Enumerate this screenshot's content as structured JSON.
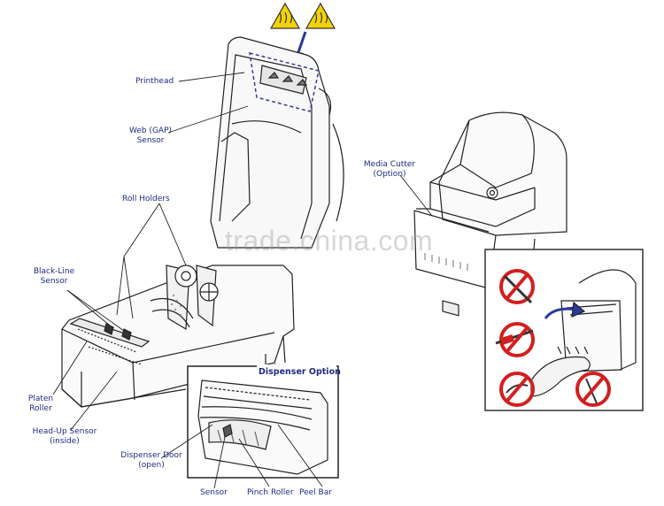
{
  "labels": {
    "printhead": "Printhead",
    "web_gap_sensor_line1": "Web (GAP)",
    "web_gap_sensor_line2": "Sensor",
    "roll_holders": "Roll Holders",
    "black_line_sensor_line1": "Black-Line",
    "black_line_sensor_line2": "Sensor",
    "platen_roller_line1": "Platen",
    "platen_roller_line2": "Roller",
    "head_up_sensor_line1": "Head-Up Sensor",
    "head_up_sensor_line2": "(inside)",
    "dispenser_door_line1": "Dispenser Door",
    "dispenser_door_line2": "(open)",
    "sensor": "Sensor",
    "pinch_roller": "Pinch Roller",
    "peel_bar": "Peel Bar",
    "media_cutter_line1": "Media Cutter",
    "media_cutter_line2": "(Option)",
    "dispenser_option": "Dispenser Option"
  },
  "watermark": "trade.china.com",
  "colors": {
    "label_text": "#1f2a86",
    "leader_line": "#222222",
    "warning_yellow": "#f4d20a",
    "prohibit_red": "#d21f1f",
    "highlight_dash": "#3a3aa0"
  },
  "icons": [
    "hot-surface-warning-icon",
    "no-pen-icon",
    "no-screwdriver-icon",
    "no-hand-icon",
    "no-knife-icon"
  ]
}
